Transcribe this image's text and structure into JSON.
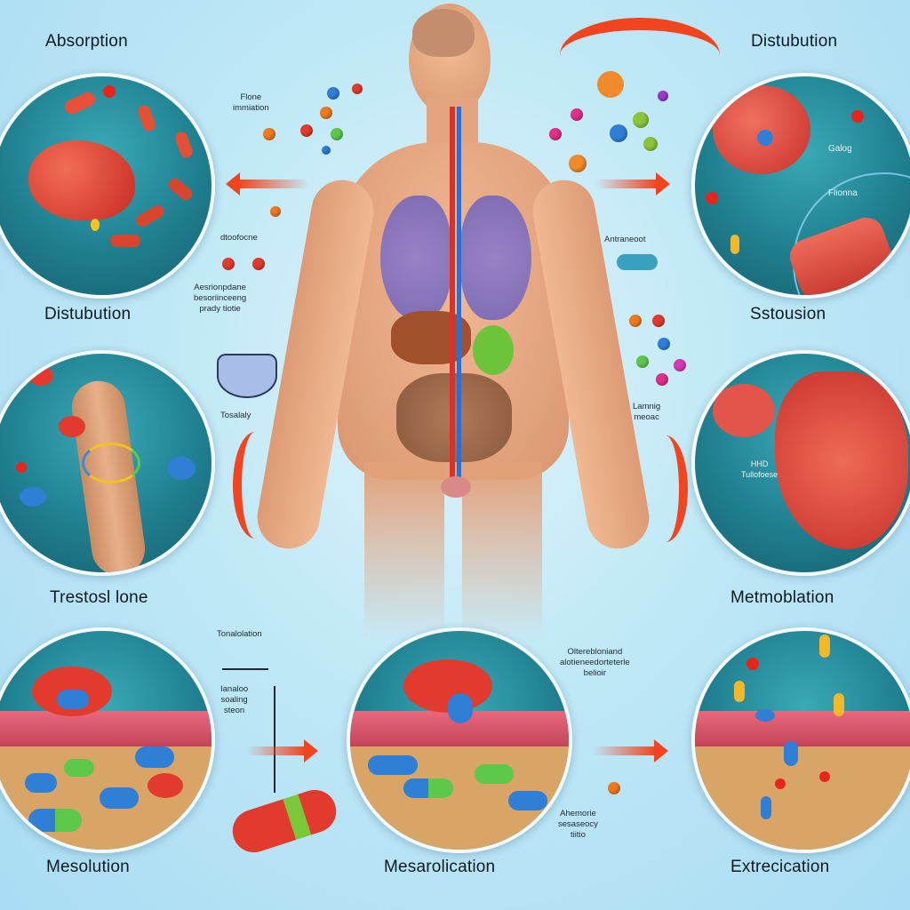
{
  "stages": {
    "top_left": {
      "title": "Absorption"
    },
    "top_right": {
      "title": "Distubution"
    },
    "mid_left": {
      "title": "Distubution"
    },
    "mid_right": {
      "title": "Sstousion"
    },
    "low_left": {
      "title": "Trestosl lone"
    },
    "low_right": {
      "title": "Metmoblation"
    },
    "bottom_left": {
      "title": "Mesolution"
    },
    "bottom_center": {
      "title": "Mesarolication"
    },
    "bottom_right": {
      "title": "Extrecication"
    }
  },
  "annotations": {
    "flone": "Flone\nimmiation",
    "dtoofocne": "dtoofocne",
    "aesrionpdane": "Aesrionpdane\nbesoriinceeng\nprady tiotie",
    "tosalaly": "Tosalaly",
    "antraneoot": "Antraneoot",
    "lamnig": "Lamnig\nmeoac",
    "galog": "Galog",
    "flionna": "Flionna",
    "hhd": "HHD\nTullofoese",
    "tonalolation": "Tonalolation",
    "ianalo": "Ianaloo\nsoaling\nsteon",
    "oltereb": "Olterebloniand\nalotieneedorteterle\nbelioir",
    "ahemorie": "Ahemorie\nsesaseocy\ntiitio"
  },
  "colors": {
    "background": "#bfe8f6",
    "circle_fill": "#1f7f8f",
    "arrow": "#f2441e",
    "skin": "#e9a883",
    "vessel_blue": "#2f6fd0",
    "artery_red": "#d8332a",
    "pill_blue": "#2f7fd6",
    "pill_green": "#5ec84a",
    "pill_red": "#e23b2e",
    "tissue_pink": "#e25a6e",
    "tissue_sand": "#d9a566"
  }
}
